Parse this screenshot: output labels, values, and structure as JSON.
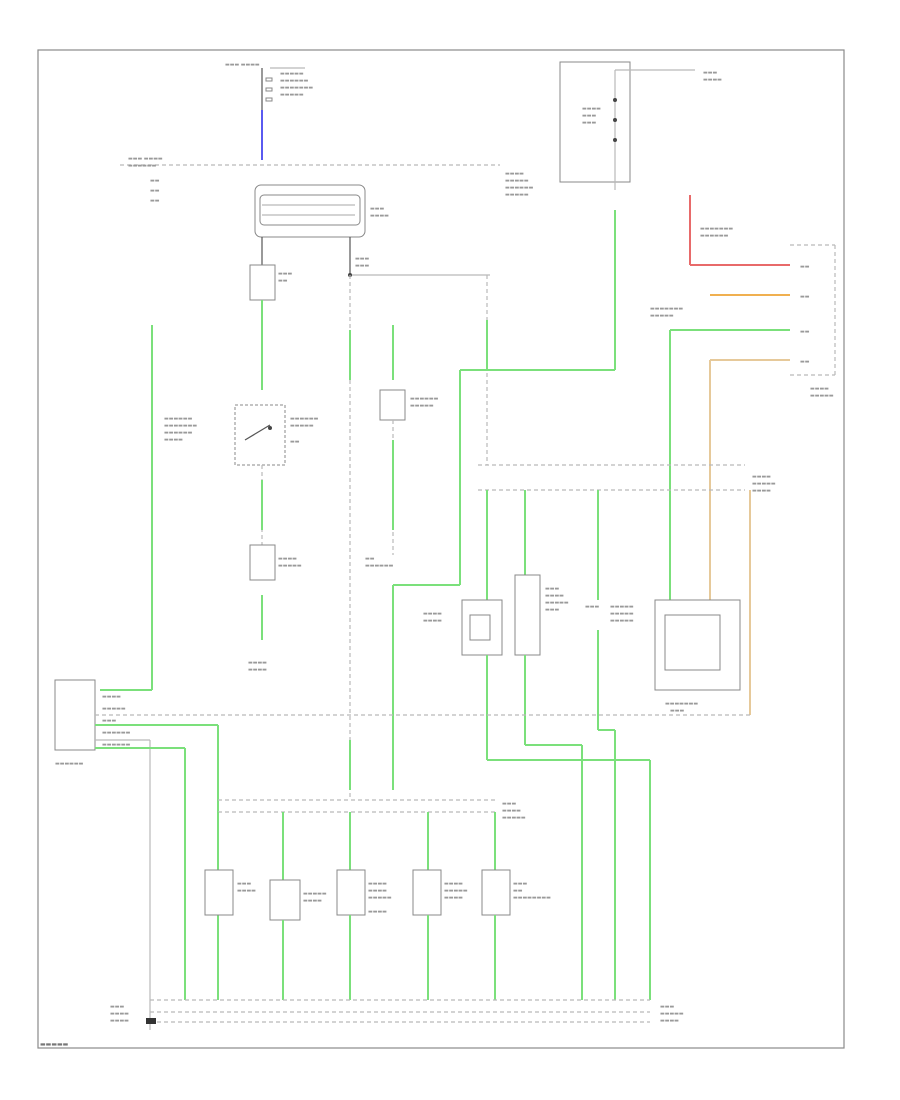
{
  "diagram": {
    "type": "wiring-schematic",
    "wire_colors": {
      "green": "#7be07b",
      "gray": "#b9b9b9",
      "black": "#555555",
      "blue": "#5a5af0",
      "red": "#e86a6a",
      "orange": "#f0b050",
      "tan": "#e6c99a"
    },
    "components": [
      "power-distribution-block",
      "body-fuse",
      "combination-switch",
      "ground-point-upper-left",
      "center-relay",
      "body-ecu-connector-bar",
      "sensor-a",
      "sensor-b",
      "control-module",
      "combination-meter",
      "diagnostic-connector",
      "lower-junction-block",
      "switch-1",
      "switch-2",
      "switch-3",
      "switch-4",
      "switch-5"
    ]
  }
}
